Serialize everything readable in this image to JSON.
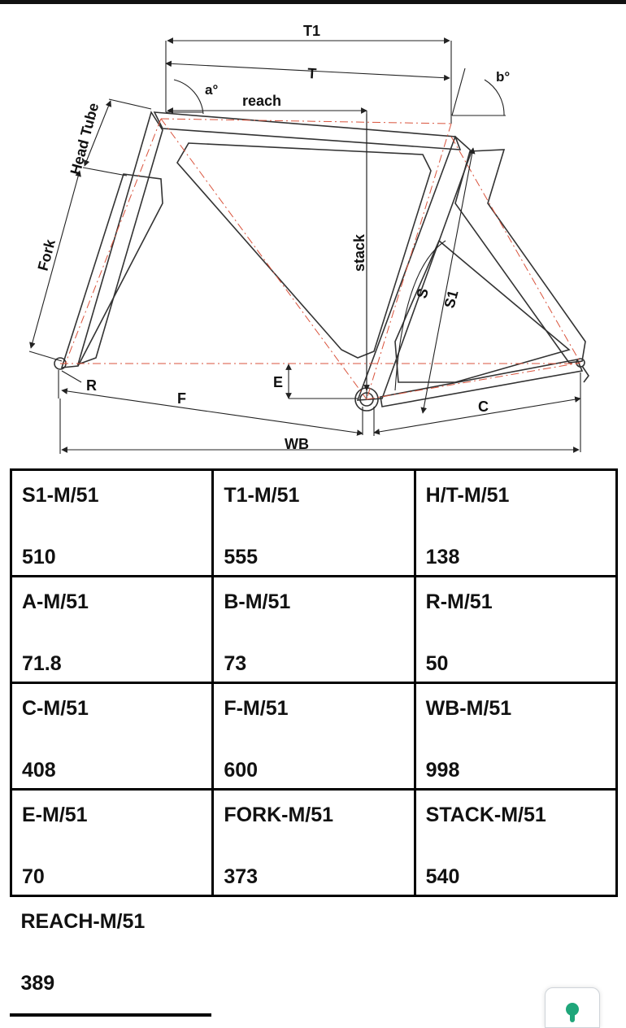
{
  "diagram": {
    "labels": {
      "t1": "T1",
      "t": "T",
      "a_angle": "a°",
      "b_angle": "b°",
      "reach": "reach",
      "head_tube": "Head Tube",
      "fork": "Fork",
      "stack": "stack",
      "s": "S",
      "s1": "S1",
      "r": "R",
      "e": "E",
      "f": "F",
      "c": "C",
      "wb": "WB"
    }
  },
  "table": {
    "rows": [
      [
        {
          "label": "S1-M/51",
          "value": "510"
        },
        {
          "label": "T1-M/51",
          "value": "555"
        },
        {
          "label": "H/T-M/51",
          "value": "138"
        }
      ],
      [
        {
          "label": "A-M/51",
          "value": "71.8"
        },
        {
          "label": "B-M/51",
          "value": "73"
        },
        {
          "label": "R-M/51",
          "value": "50"
        }
      ],
      [
        {
          "label": "C-M/51",
          "value": "408"
        },
        {
          "label": "F-M/51",
          "value": "600"
        },
        {
          "label": "WB-M/51",
          "value": "998"
        }
      ],
      [
        {
          "label": "E-M/51",
          "value": "70"
        },
        {
          "label": "FORK-M/51",
          "value": "373"
        },
        {
          "label": "STACK-M/51",
          "value": "540"
        }
      ],
      [
        {
          "label": "REACH-M/51",
          "value": "389"
        }
      ]
    ]
  },
  "floating_button": {
    "icon": "map-pin-icon",
    "color": "#1fa67a"
  }
}
